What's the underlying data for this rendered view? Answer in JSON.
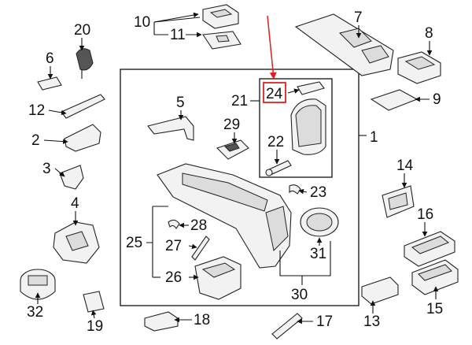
{
  "callouts": {
    "c1": "1",
    "c2": "2",
    "c3": "3",
    "c4": "4",
    "c5": "5",
    "c6": "6",
    "c7": "7",
    "c8": "8",
    "c9": "9",
    "c10": "10",
    "c11": "11",
    "c12": "12",
    "c13": "13",
    "c14": "14",
    "c15": "15",
    "c16": "16",
    "c17": "17",
    "c18": "18",
    "c19": "19",
    "c20": "20",
    "c21": "21",
    "c22": "22",
    "c23": "23",
    "c24": "24",
    "c25": "25",
    "c26": "26",
    "c27": "27",
    "c28": "28",
    "c29": "29",
    "c30": "30",
    "c31": "31",
    "c32": "32"
  },
  "highlight": {
    "color": "#e02020",
    "callout": "24"
  }
}
